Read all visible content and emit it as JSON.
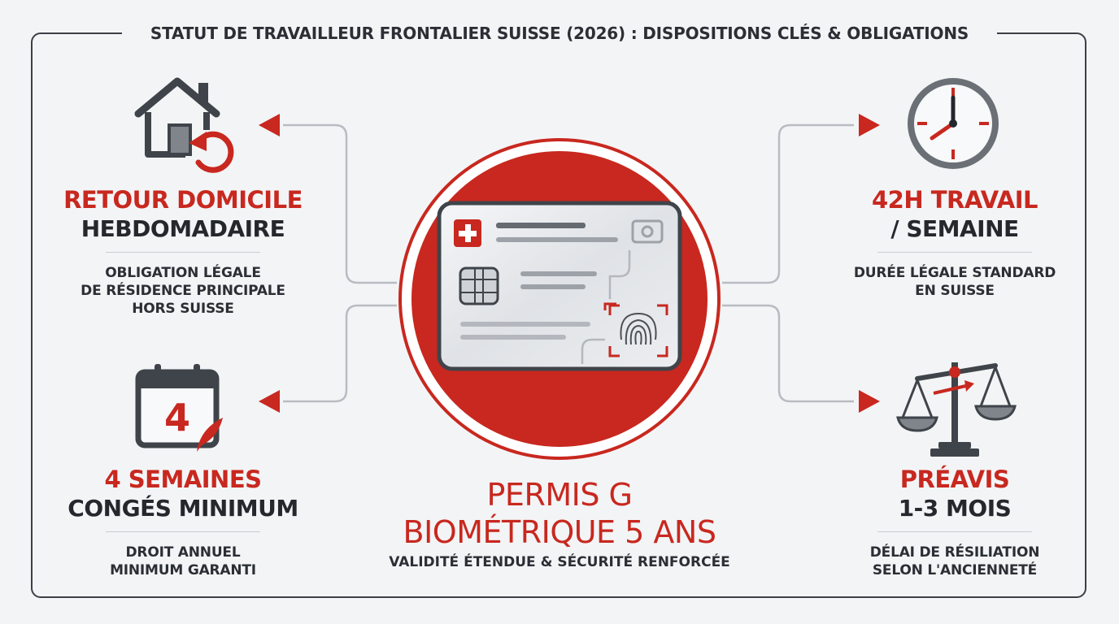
{
  "title": "STATUT DE TRAVAILLEUR FRONTALIER SUISSE (2026) : DISPOSITIONS CLÉS & OBLIGATIONS",
  "colors": {
    "accent": "#c8281f",
    "dark": "#3f444a",
    "text": "#24282d",
    "line": "#b8bcc2"
  },
  "center": {
    "heading_line1": "PERMIS G",
    "heading_line2": "BIOMÉTRIQUE 5 ANS",
    "subtitle": "VALIDITÉ ÉTENDUE & SÉCURITÉ RENFORCÉE",
    "icon": "biometric-id-card-icon"
  },
  "items": {
    "home": {
      "icon": "house-return-icon",
      "heading_red": "RETOUR DOMICILE",
      "heading_dark": "HEBDOMADAIRE",
      "desc_line1": "OBLIGATION LÉGALE",
      "desc_line2": "DE RÉSIDENCE PRINCIPALE",
      "desc_line3": "HORS SUISSE"
    },
    "leave": {
      "icon": "calendar-icon",
      "calendar_number": "4",
      "heading_red": "4 SEMAINES",
      "heading_dark": "CONGÉS MINIMUM",
      "desc_line1": "DROIT ANNUEL",
      "desc_line2": "MINIMUM GARANTI"
    },
    "hours": {
      "icon": "clock-icon",
      "heading_red": "42H TRAVAIL",
      "heading_dark": "/ SEMAINE",
      "desc_line1": "DURÉE LÉGALE STANDARD",
      "desc_line2": "EN SUISSE"
    },
    "notice": {
      "icon": "scales-icon",
      "heading_red": "PRÉAVIS",
      "heading_dark": "1-3 MOIS",
      "desc_line1": "DÉLAI DE RÉSILIATION",
      "desc_line2": "SELON L'ANCIENNETÉ"
    }
  }
}
